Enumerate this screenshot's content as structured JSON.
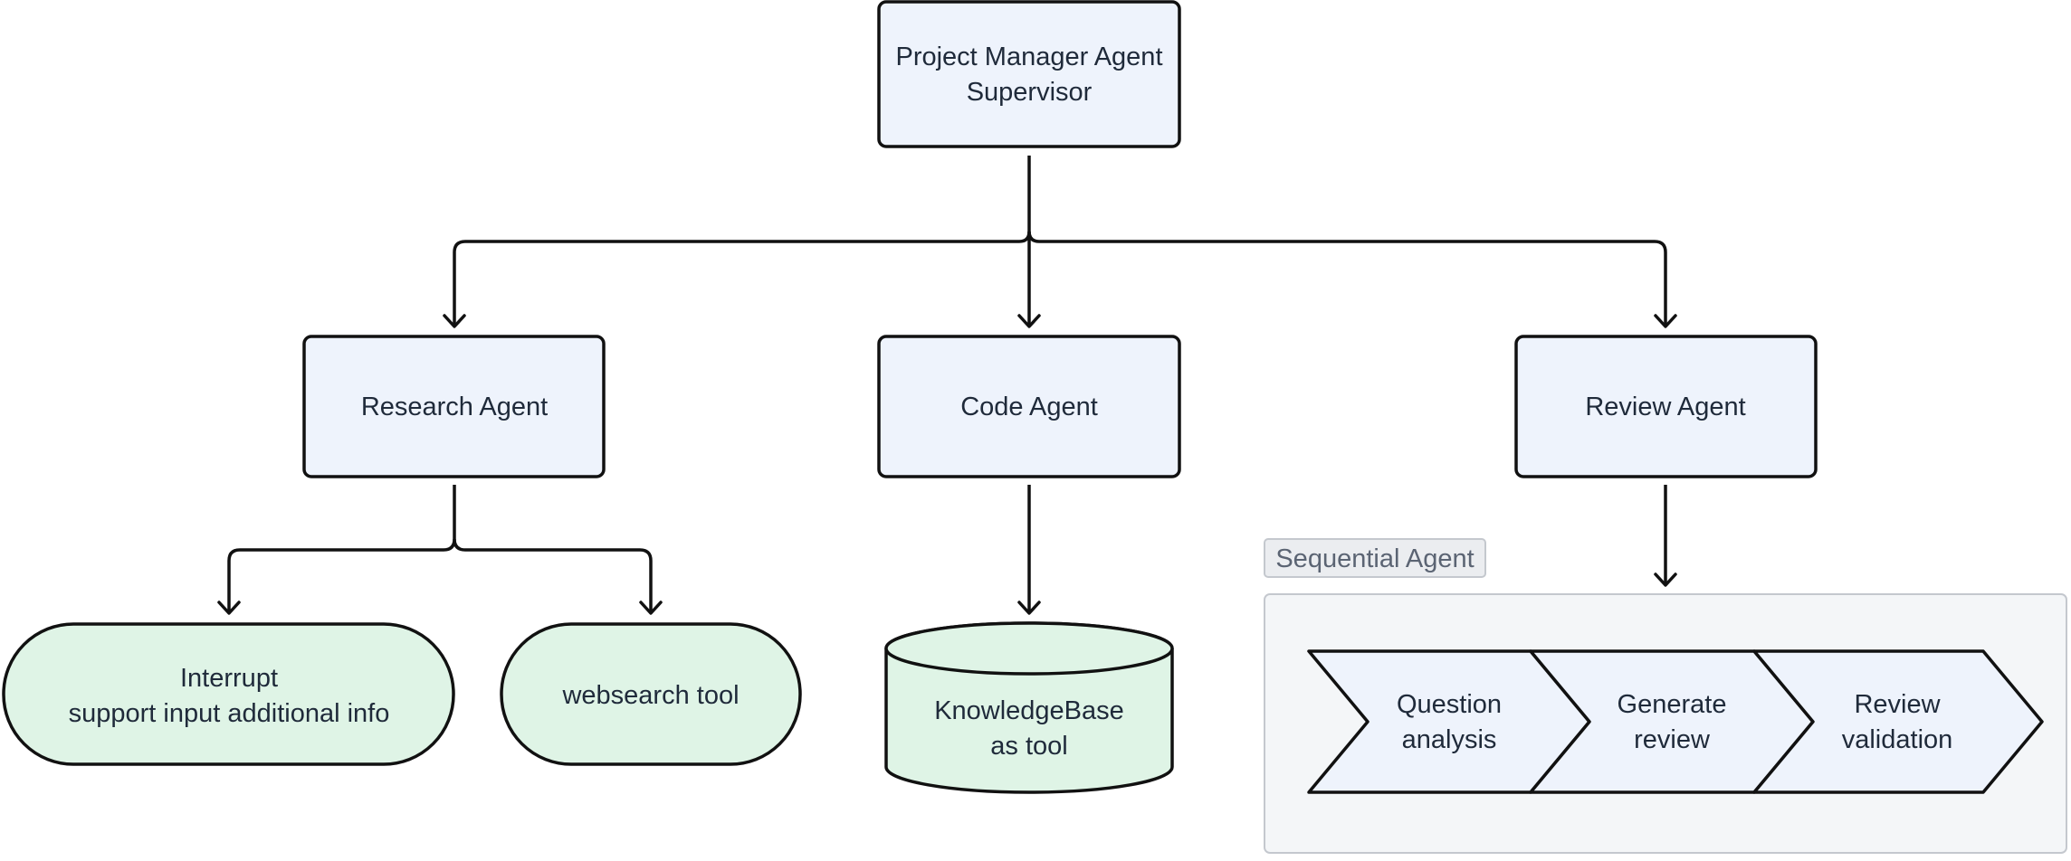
{
  "supervisor": {
    "line1": "Project Manager Agent",
    "line2": "Supervisor"
  },
  "agents": {
    "research": "Research Agent",
    "code": "Code Agent",
    "review": "Review Agent"
  },
  "tools": {
    "interrupt": {
      "line1": "Interrupt",
      "line2": "support input additional info"
    },
    "websearch": "websearch tool",
    "knowledgebase": {
      "line1": "KnowledgeBase",
      "line2": "as tool"
    }
  },
  "sequential": {
    "label": "Sequential Agent",
    "steps": [
      {
        "line1": "Question",
        "line2": "analysis"
      },
      {
        "line1": "Generate",
        "line2": "review"
      },
      {
        "line1": "Review",
        "line2": "validation"
      }
    ]
  },
  "colors": {
    "agent_fill": "#eef3fc",
    "tool_fill": "#dff4e6",
    "group_fill": "#f4f6f8",
    "stroke": "#111111"
  }
}
